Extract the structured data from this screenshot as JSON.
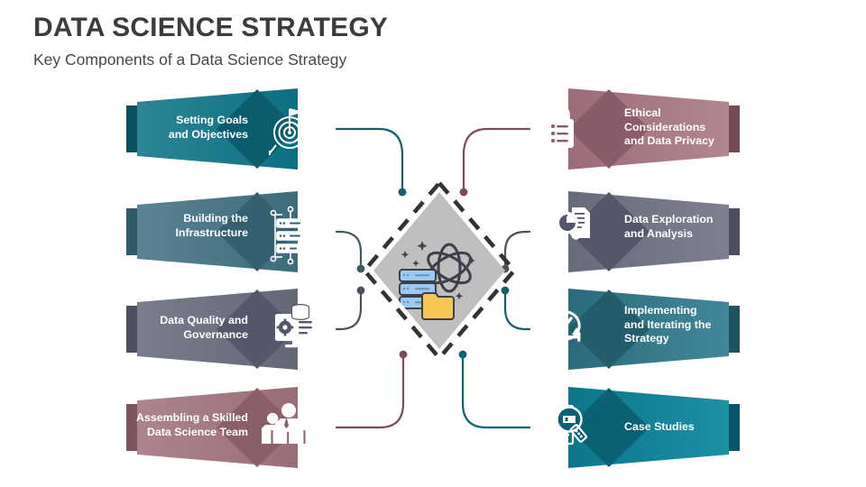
{
  "header": {
    "title": "DATA SCIENCE STRATEGY",
    "subtitle": "Key Components of a Data Science Strategy"
  },
  "center": {
    "name": "data-science-core",
    "icon": "database-atom-folder-icon",
    "fill": "#bfbfbf",
    "border": "#333333",
    "server_color": "#9cc9ef",
    "folder_color": "#f8c552",
    "atom_color": "#3e4049"
  },
  "left_items": [
    {
      "label": "Setting Goals\nand Objectives",
      "icon": "target-goal-icon",
      "banner": "#0f7183",
      "diamond": "#0b5d6d",
      "tail": "#0b5161",
      "connector": "#155e6b"
    },
    {
      "label": "Building the\nInfrastructure",
      "icon": "server-network-icon",
      "banner": "#416f80",
      "diamond": "#35606f",
      "tail": "#315a68",
      "connector": "#3d5a63"
    },
    {
      "label": "Data Quality and\nGovernance",
      "icon": "monitor-database-gear-icon",
      "banner": "#686b7a",
      "diamond": "#55576a",
      "tail": "#4d4f60",
      "connector": "#4d4f5e"
    },
    {
      "label": "Assembling a Skilled\nData Science Team",
      "icon": "team-people-icon",
      "banner": "#9d717b",
      "diamond": "#8a5f6a",
      "tail": "#7e545f",
      "connector": "#7c4d57"
    }
  ],
  "right_items": [
    {
      "label": "Ethical\nConsiderations\nand Data Privacy",
      "icon": "lock-privacy-icon",
      "banner": "#a3737f",
      "diamond": "#8a5b68",
      "tail": "#774a57",
      "connector": "#7c4d57"
    },
    {
      "label": "Data Exploration\nand Analysis",
      "icon": "chart-magnifier-document-icon",
      "banner": "#6c6f7e",
      "diamond": "#54576a",
      "tail": "#4b4e5e",
      "connector": "#4d4f5e"
    },
    {
      "label": "Implementing\nand Iterating the\nStrategy",
      "icon": "person-check-cycle-icon",
      "banner": "#2f6f80",
      "diamond": "#255c6c",
      "tail": "#1f5262",
      "connector": "#155e6b"
    },
    {
      "label": "Case Studies",
      "icon": "document-magnifier-icon",
      "banner": "#0e7a8e",
      "diamond": "#0a6174",
      "tail": "#095668",
      "connector": "#0d6274"
    }
  ]
}
